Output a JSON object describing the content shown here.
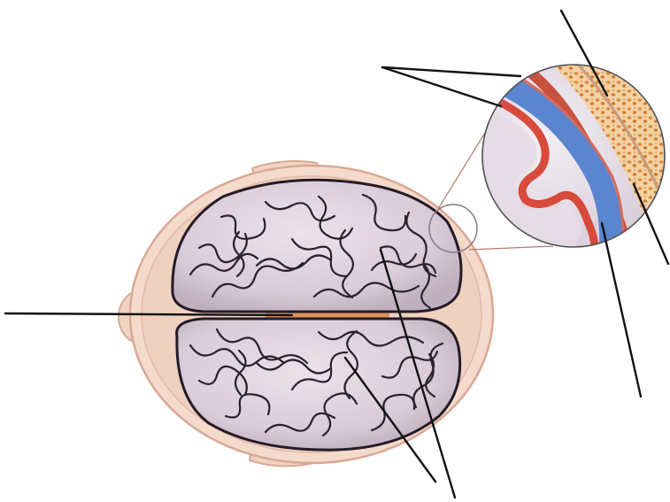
{
  "figure": {
    "type": "unlabeled anatomical diagram",
    "subject": "brain-viewed-from-above-with-meninges-magnified-inset",
    "colors": {
      "scalp": "#f1d3c3",
      "scalp_edge": "#d8a994",
      "brain": "#d9cbd7",
      "brain_fold": "#2a2030",
      "longitudinal_fissure": "#d98a4a",
      "pia_mater": "#d84a3c",
      "subarachnoid_space": "#5b86cf",
      "dura_mater": "#c7533f",
      "skull_bone": "#e9b479",
      "leader_line": "#111111"
    },
    "leader_lines": [
      {
        "target": "pia-mater"
      },
      {
        "target": "arachnoid"
      },
      {
        "target": "skin-scalp"
      },
      {
        "target": "skull-bone"
      },
      {
        "target": "subarachnoid-space"
      },
      {
        "target": "longitudinal-fissure"
      },
      {
        "target": "left-hemisphere"
      },
      {
        "target": "right-hemisphere"
      }
    ]
  }
}
